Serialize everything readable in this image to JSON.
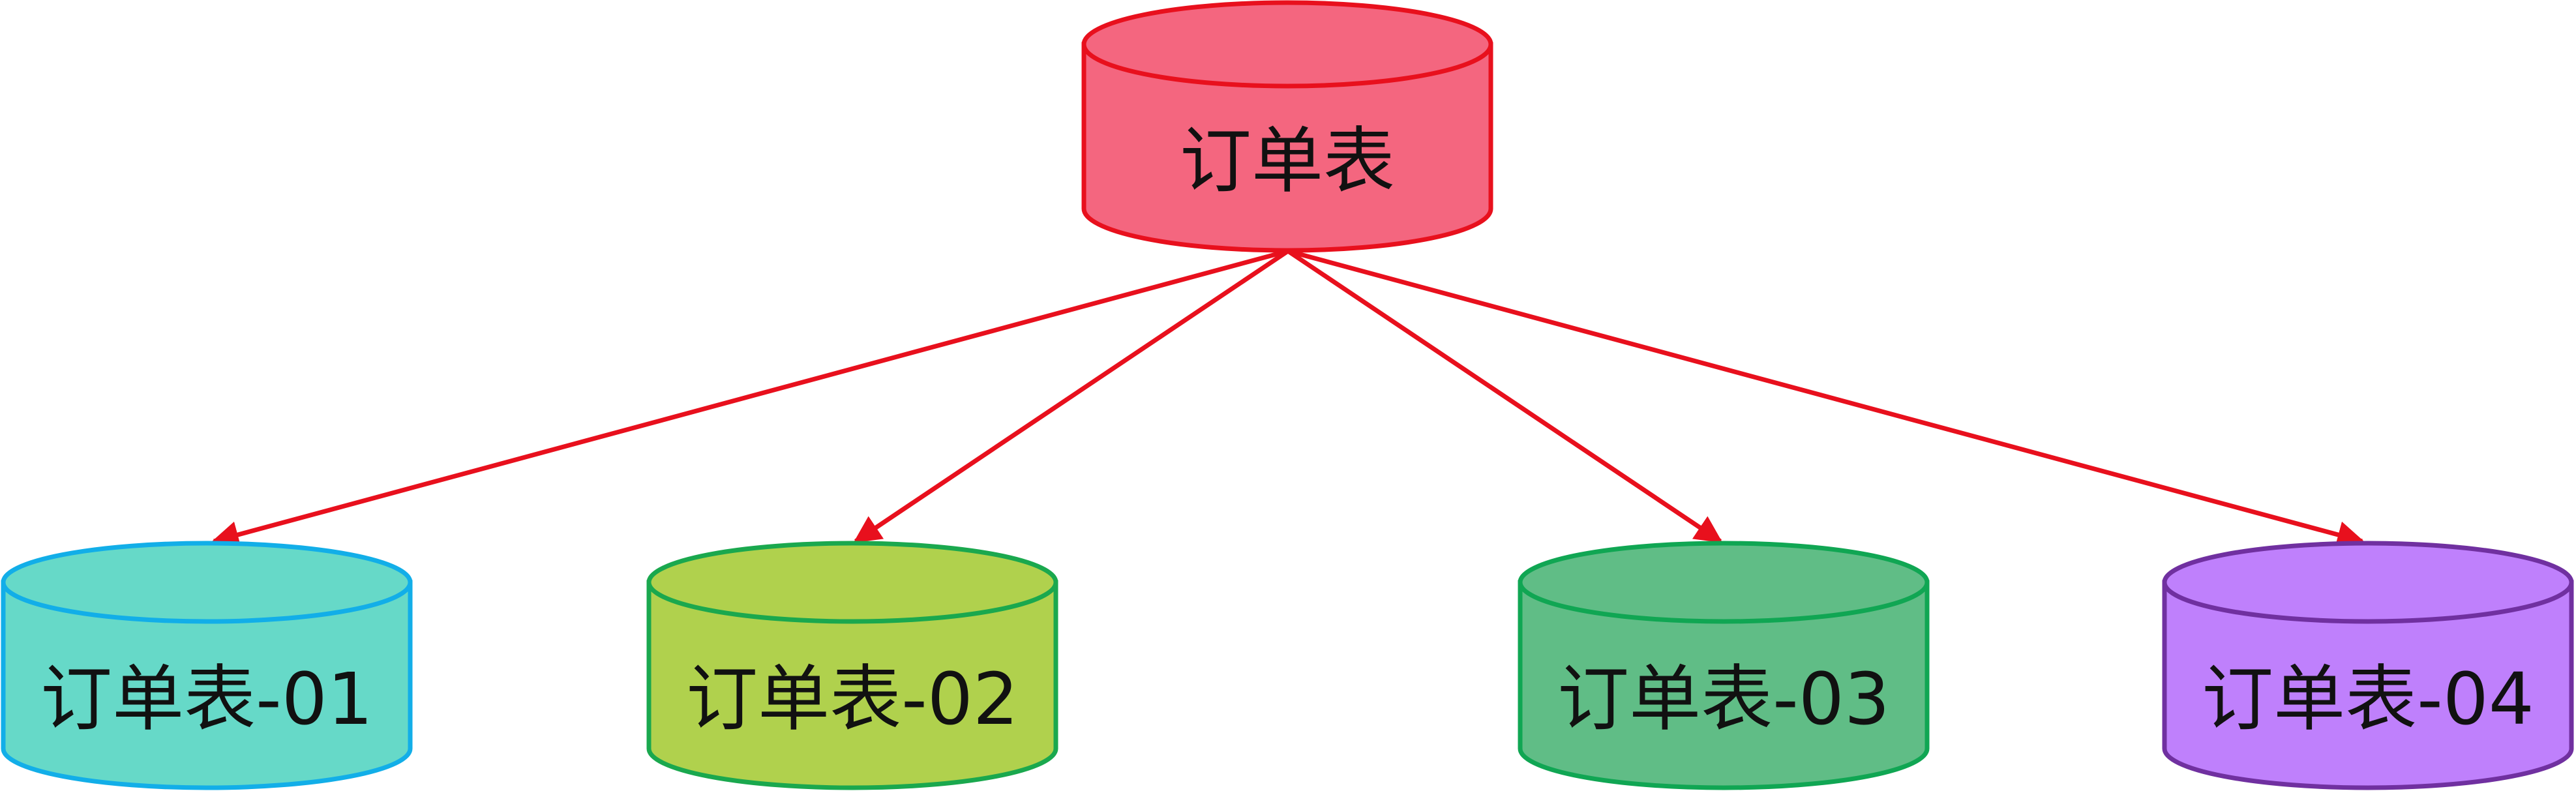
{
  "diagram": {
    "root": {
      "label": "订单表",
      "fill": "#f4667f",
      "stroke": "#e8101d"
    },
    "edge_color": "#e8101d",
    "children": [
      {
        "label": "订单表-01",
        "fill": "#66d9c8",
        "stroke": "#12aee8"
      },
      {
        "label": "订单表-02",
        "fill": "#b0d14d",
        "stroke": "#1aa84e"
      },
      {
        "label": "订单表-03",
        "fill": "#60bd86",
        "stroke": "#10a653"
      },
      {
        "label": "订单表-04",
        "fill": "#bf80fc",
        "stroke": "#7030a0"
      }
    ]
  }
}
